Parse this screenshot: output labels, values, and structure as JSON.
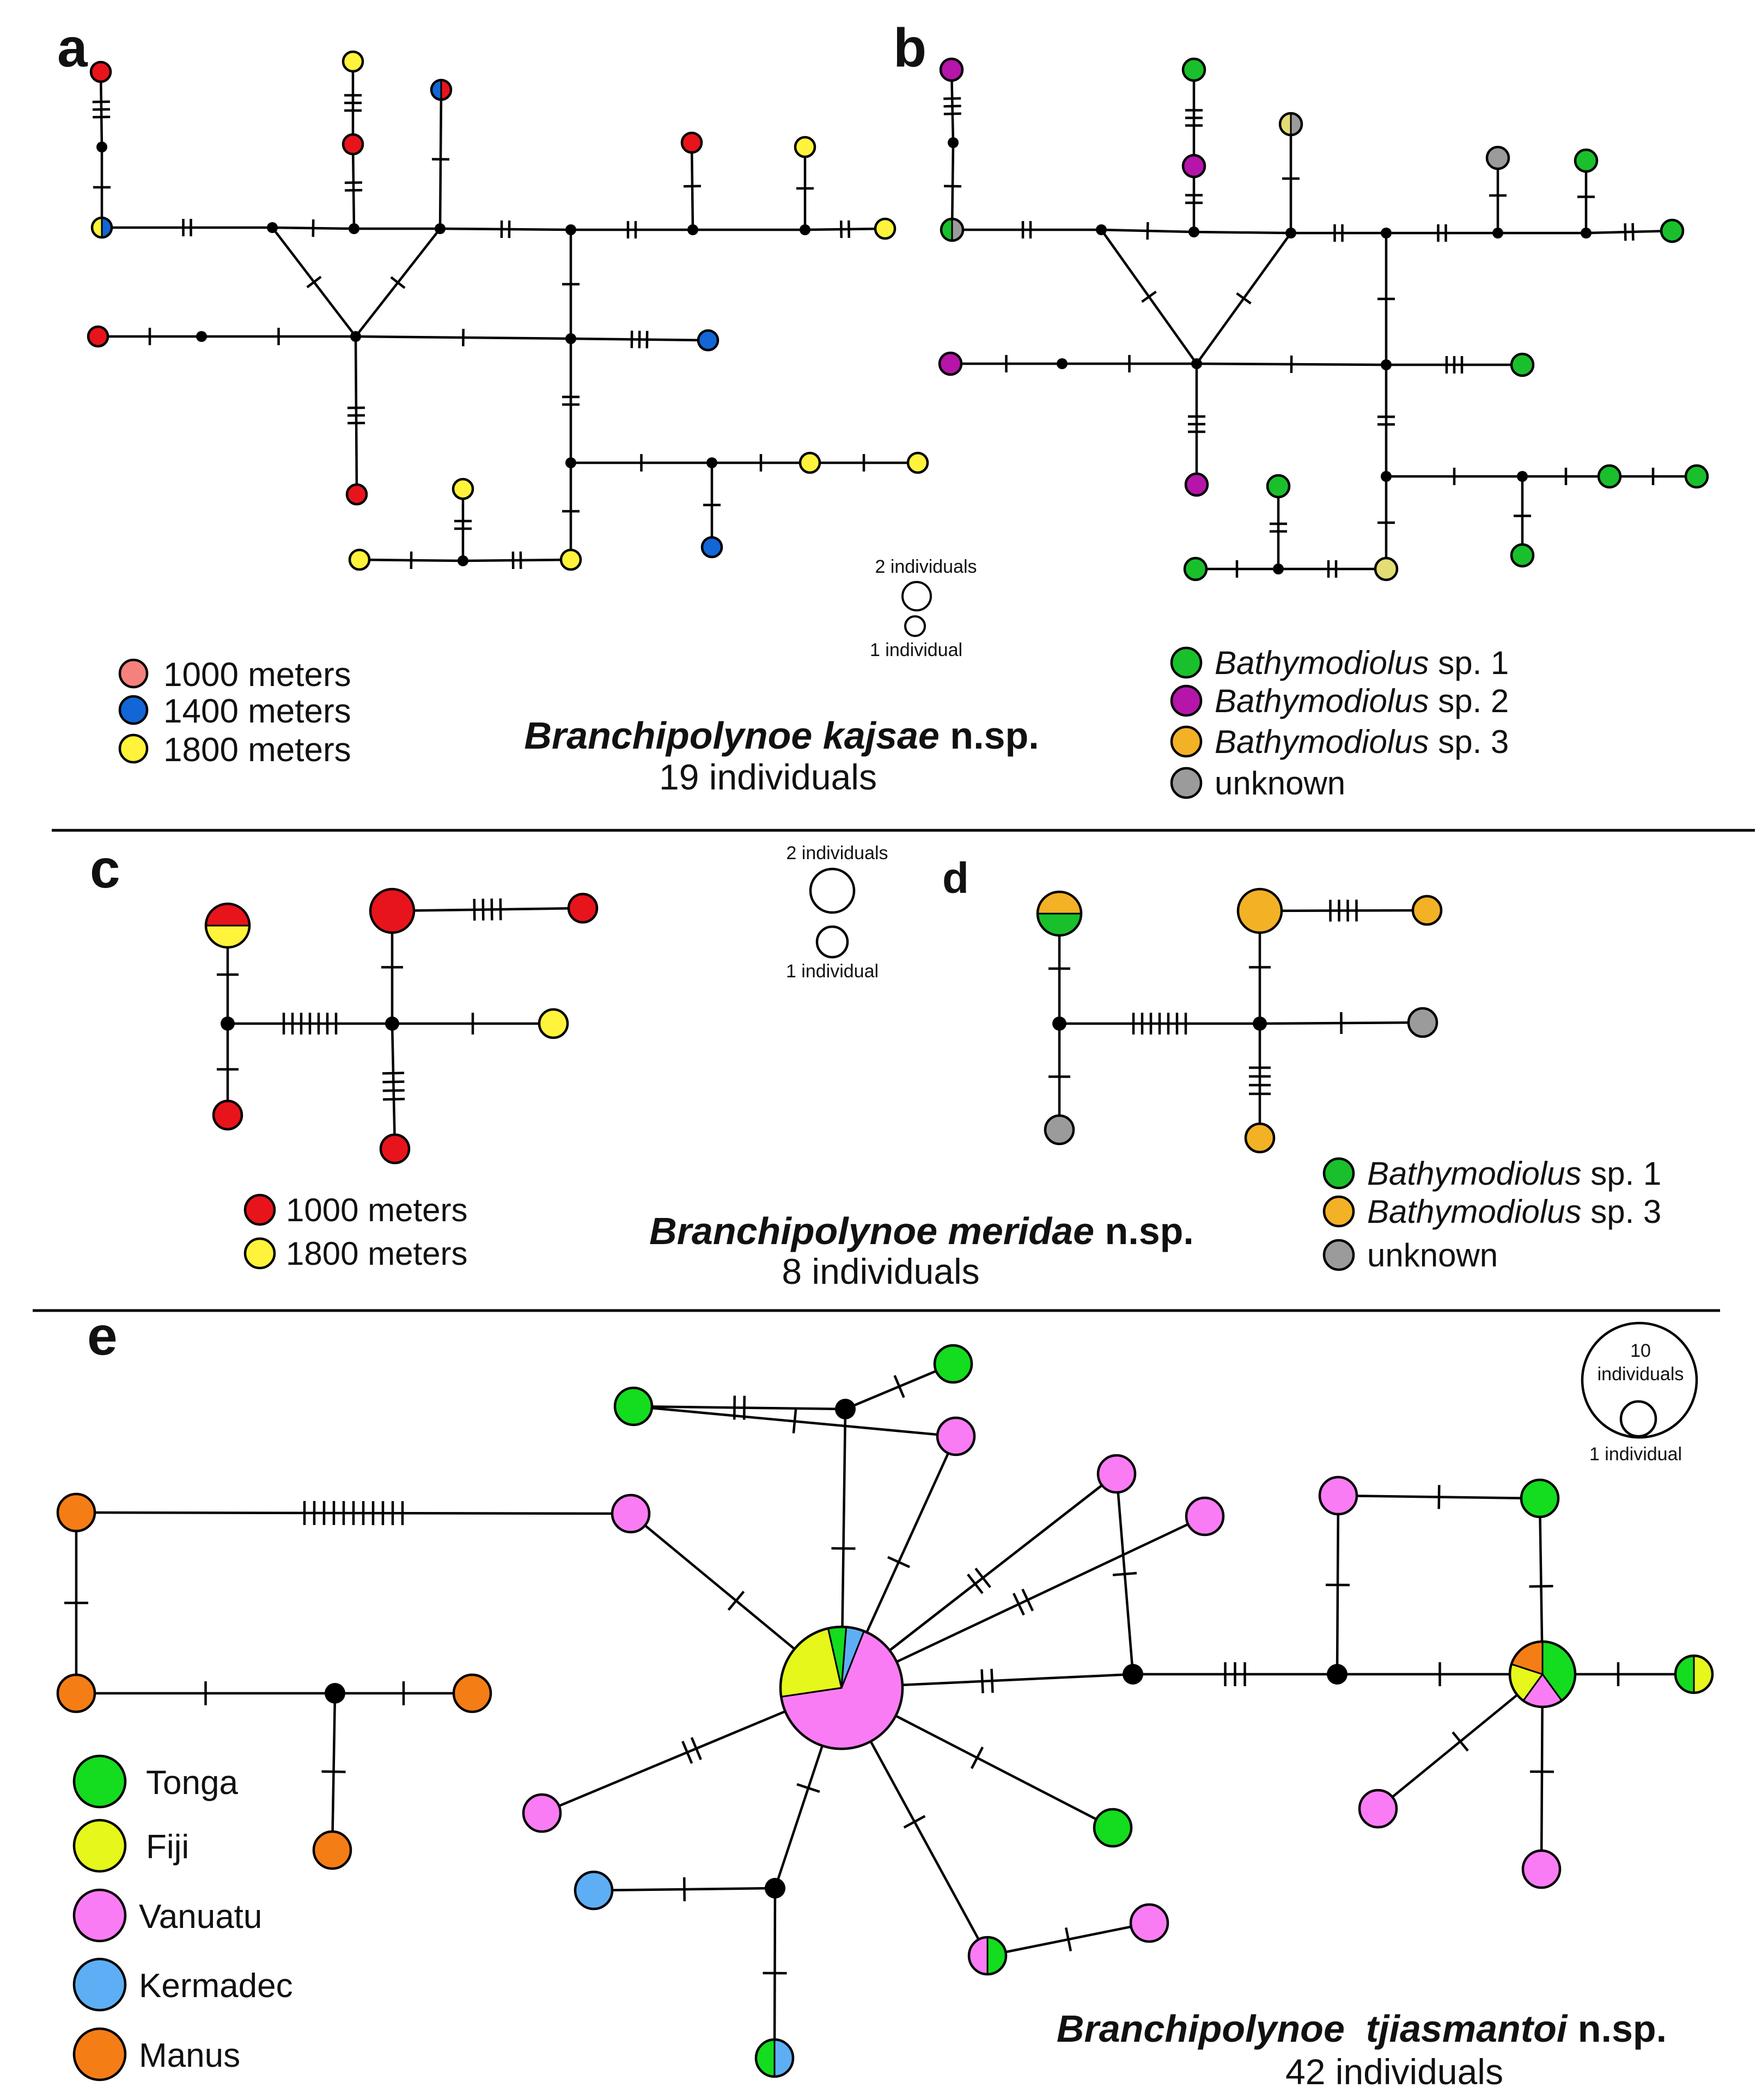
{
  "colors": {
    "red": "#e8141c",
    "blue": "#1366d6",
    "yellow": "#fff33b",
    "green": "#19c02c",
    "magenta": "#b515a8",
    "orange": "#f3b126",
    "gray": "#9b9b9b",
    "khaki": "#e2dd74",
    "tonga": "#14dc1e",
    "fiji": "#e5f71b",
    "vanuatu": "#fa7cf4",
    "kermadec": "#5eaef5",
    "manus": "#f57d16",
    "pink": "#f5817d",
    "black": "#000000"
  },
  "panels": {
    "a": {
      "label": "a"
    },
    "b": {
      "label": "b"
    },
    "c": {
      "label": "c"
    },
    "d": {
      "label": "d"
    },
    "e": {
      "label": "e"
    }
  },
  "legends": {
    "a": [
      {
        "color": "pink",
        "text": "1000 meters"
      },
      {
        "color": "blue",
        "text": "1400 meters"
      },
      {
        "color": "yellow",
        "text": "1800 meters"
      }
    ],
    "b": [
      {
        "color": "green",
        "italic": "Bathymodiolus",
        "text": " sp. 1"
      },
      {
        "color": "magenta",
        "italic": "Bathymodiolus",
        "text": " sp. 2"
      },
      {
        "color": "orange",
        "italic": "Bathymodiolus",
        "text": " sp. 3"
      },
      {
        "color": "gray",
        "italic": "",
        "text": "unknown"
      }
    ],
    "c": [
      {
        "color": "red",
        "text": "1000 meters"
      },
      {
        "color": "yellow",
        "text": "1800 meters"
      }
    ],
    "d": [
      {
        "color": "green",
        "italic": "Bathymodiolus",
        "text": " sp. 1"
      },
      {
        "color": "orange",
        "italic": "Bathymodiolus",
        "text": " sp. 3"
      },
      {
        "color": "gray",
        "italic": "",
        "text": "unknown"
      }
    ],
    "e": [
      {
        "color": "tonga",
        "text": "Tonga"
      },
      {
        "color": "fiji",
        "text": "Fiji"
      },
      {
        "color": "vanuatu",
        "text": "Vanuatu"
      },
      {
        "color": "kermadec",
        "text": "Kermadec"
      },
      {
        "color": "manus",
        "text": "Manus"
      }
    ]
  },
  "species": {
    "kajsae": {
      "name": "Branchipolynoe kajsae",
      "suffix": " n.sp.",
      "count": "19 individuals"
    },
    "meridae": {
      "name": "Branchipolynoe meridae",
      "suffix": " n.sp.",
      "count": "8 individuals"
    },
    "tjiasmantoi": {
      "name": "Branchipolynoe  tjiasmantoi",
      "suffix": " n.sp.",
      "count": "42 individuals"
    }
  },
  "size_keys": {
    "ab": {
      "big": "2 individuals",
      "small": "1 individual"
    },
    "cd": {
      "big": "2 individuals",
      "small": "1 individual"
    },
    "e": {
      "big_line1": "10",
      "big_line2": "individuals",
      "small": "1 individual"
    }
  },
  "networks": {
    "a": {
      "nodes": [
        [
          "a1",
          "red",
          1
        ],
        [
          "a2",
          "v",
          0
        ],
        [
          "a3",
          "yellow|blue",
          1
        ],
        [
          "a4",
          "yellow",
          1
        ],
        [
          "a5",
          "red",
          1
        ],
        [
          "a6",
          "blue|red",
          1
        ],
        [
          "a7",
          "v",
          0
        ],
        [
          "a8",
          "v",
          0
        ],
        [
          "a9",
          "v",
          0
        ],
        [
          "a10",
          "v",
          0
        ],
        [
          "a11",
          "red",
          1
        ],
        [
          "a12",
          "v",
          0
        ],
        [
          "a13",
          "yellow",
          1
        ],
        [
          "a14",
          "v",
          0
        ],
        [
          "a15",
          "yellow",
          1
        ],
        [
          "a16",
          "red",
          1
        ],
        [
          "a17",
          "v",
          0
        ],
        [
          "a18",
          "v",
          0
        ],
        [
          "a19",
          "v",
          0
        ],
        [
          "a20",
          "blue",
          1
        ],
        [
          "a21",
          "red",
          1
        ],
        [
          "a22",
          "v",
          0
        ],
        [
          "a23",
          "v",
          0
        ],
        [
          "a24",
          "yellow",
          1
        ],
        [
          "a25",
          "yellow",
          1
        ],
        [
          "a26",
          "blue",
          1
        ],
        [
          "a27",
          "yellow",
          1
        ],
        [
          "a28",
          "v",
          0
        ],
        [
          "a29",
          "yellow",
          1
        ],
        [
          "a30",
          "yellow",
          1
        ]
      ],
      "edges": [
        [
          "a1",
          "a2",
          3
        ],
        [
          "a2",
          "a3",
          1
        ],
        [
          "a3",
          "a7",
          2
        ],
        [
          "a4",
          "a5",
          3
        ],
        [
          "a5",
          "a8",
          2
        ],
        [
          "a6",
          "a9",
          1
        ],
        [
          "a7",
          "a8",
          1
        ],
        [
          "a8",
          "a9",
          0
        ],
        [
          "a9",
          "a10",
          2
        ],
        [
          "a10",
          "a12",
          2
        ],
        [
          "a12",
          "a14",
          0
        ],
        [
          "a11",
          "a12",
          1
        ],
        [
          "a14",
          "a15",
          2
        ],
        [
          "a13",
          "a14",
          1
        ],
        [
          "a7",
          "a18",
          1
        ],
        [
          "a9",
          "a18",
          1
        ],
        [
          "a16",
          "a17",
          1
        ],
        [
          "a17",
          "a18",
          1
        ],
        [
          "a18",
          "a19",
          1
        ],
        [
          "a18",
          "a21",
          3
        ],
        [
          "a19",
          "a20",
          3
        ],
        [
          "a10",
          "a19",
          1
        ],
        [
          "a19",
          "a22",
          2
        ],
        [
          "a22",
          "a23",
          1
        ],
        [
          "a23",
          "a24",
          1
        ],
        [
          "a24",
          "a25",
          1
        ],
        [
          "a23",
          "a26",
          1
        ],
        [
          "a22",
          "a27",
          1
        ],
        [
          "a27",
          "a28",
          2
        ],
        [
          "a28",
          "a29",
          2
        ],
        [
          "a28",
          "a30",
          1
        ]
      ]
    },
    "b": {
      "nodes": [
        [
          "b1",
          "magenta",
          1
        ],
        [
          "b2",
          "v",
          0
        ],
        [
          "b3",
          "green|gray",
          1
        ],
        [
          "b4",
          "green",
          1
        ],
        [
          "b5",
          "magenta",
          1
        ],
        [
          "b6",
          "khaki|gray",
          1
        ],
        [
          "b7",
          "v",
          0
        ],
        [
          "b8",
          "v",
          0
        ],
        [
          "b9",
          "v",
          0
        ],
        [
          "b10",
          "v",
          0
        ],
        [
          "b11",
          "gray",
          1
        ],
        [
          "b12",
          "v",
          0
        ],
        [
          "b13",
          "green",
          1
        ],
        [
          "b14",
          "v",
          0
        ],
        [
          "b15",
          "green",
          1
        ],
        [
          "b16",
          "magenta",
          1
        ],
        [
          "b17",
          "v",
          0
        ],
        [
          "b18",
          "v",
          0
        ],
        [
          "b19",
          "v",
          0
        ],
        [
          "b20",
          "green",
          1
        ],
        [
          "b21",
          "magenta",
          1
        ],
        [
          "b22",
          "v",
          0
        ],
        [
          "b23",
          "v",
          0
        ],
        [
          "b24",
          "green",
          1
        ],
        [
          "b25",
          "green",
          1
        ],
        [
          "b26",
          "green",
          1
        ],
        [
          "b27",
          "khaki",
          1
        ],
        [
          "b28",
          "v",
          0
        ],
        [
          "b29",
          "green",
          1
        ],
        [
          "b30",
          "green",
          1
        ]
      ],
      "edges": [
        [
          "b1",
          "b2",
          3
        ],
        [
          "b2",
          "b3",
          1
        ],
        [
          "b3",
          "b7",
          2
        ],
        [
          "b4",
          "b5",
          3
        ],
        [
          "b5",
          "b8",
          2
        ],
        [
          "b6",
          "b9",
          1
        ],
        [
          "b7",
          "b8",
          1
        ],
        [
          "b8",
          "b9",
          0
        ],
        [
          "b9",
          "b10",
          2
        ],
        [
          "b10",
          "b12",
          2
        ],
        [
          "b12",
          "b14",
          0
        ],
        [
          "b11",
          "b12",
          1
        ],
        [
          "b14",
          "b15",
          2
        ],
        [
          "b13",
          "b14",
          1
        ],
        [
          "b7",
          "b18",
          1
        ],
        [
          "b9",
          "b18",
          1
        ],
        [
          "b16",
          "b17",
          1
        ],
        [
          "b17",
          "b18",
          1
        ],
        [
          "b18",
          "b19",
          1
        ],
        [
          "b18",
          "b21",
          3
        ],
        [
          "b19",
          "b20",
          3
        ],
        [
          "b10",
          "b19",
          1
        ],
        [
          "b19",
          "b22",
          2
        ],
        [
          "b22",
          "b23",
          1
        ],
        [
          "b23",
          "b24",
          1
        ],
        [
          "b24",
          "b25",
          1
        ],
        [
          "b23",
          "b26",
          1
        ],
        [
          "b22",
          "b27",
          1
        ],
        [
          "b27",
          "b28",
          2
        ],
        [
          "b28",
          "b29",
          2
        ],
        [
          "b28",
          "b30",
          1
        ]
      ]
    },
    "c": {
      "nodes": [
        [
          "c1",
          "red|yellow",
          2
        ],
        [
          "c2",
          "v",
          0
        ],
        [
          "c3",
          "red",
          1
        ],
        [
          "c4",
          "red",
          2
        ],
        [
          "c5",
          "v",
          0
        ],
        [
          "c6",
          "red",
          1
        ],
        [
          "c7",
          "yellow",
          1
        ],
        [
          "c8",
          "red",
          1
        ]
      ],
      "edges": [
        [
          "c1",
          "c2",
          1
        ],
        [
          "c2",
          "c3",
          1
        ],
        [
          "c2",
          "c5",
          7
        ],
        [
          "c4",
          "c5",
          1
        ],
        [
          "c4",
          "c6",
          4
        ],
        [
          "c5",
          "c7",
          1
        ],
        [
          "c5",
          "c8",
          4
        ]
      ]
    },
    "d": {
      "nodes": [
        [
          "d1",
          "orange|green",
          2
        ],
        [
          "d2",
          "v",
          0
        ],
        [
          "d3",
          "gray",
          1
        ],
        [
          "d4",
          "orange",
          2
        ],
        [
          "d5",
          "v",
          0
        ],
        [
          "d6",
          "orange",
          1
        ],
        [
          "d7",
          "gray",
          1
        ],
        [
          "d8",
          "orange",
          1
        ]
      ],
      "edges": [
        [
          "d1",
          "d2",
          1
        ],
        [
          "d2",
          "d3",
          1
        ],
        [
          "d2",
          "d5",
          7
        ],
        [
          "d4",
          "d5",
          1
        ],
        [
          "d4",
          "d6",
          4
        ],
        [
          "d5",
          "d7",
          1
        ],
        [
          "d5",
          "d8",
          4
        ]
      ]
    },
    "e": {
      "nodes": [
        [
          "e1",
          "tonga",
          2
        ],
        [
          "e2",
          "tonga",
          2
        ],
        [
          "e3",
          "v",
          0
        ],
        [
          "e4",
          "vanuatu",
          2
        ],
        [
          "e5",
          "vanuatu",
          2
        ],
        [
          "e6",
          "manus",
          2
        ],
        [
          "e7",
          "manus",
          2
        ],
        [
          "e8",
          "v",
          0
        ],
        [
          "e9",
          "manus",
          2
        ],
        [
          "e10",
          "manus",
          2
        ],
        [
          "hub",
          "vanuatu:0.7|fiji:0.25|tonga:0.05|kermadec:0.05",
          10
        ],
        [
          "e12",
          "vanuatu",
          2
        ],
        [
          "e13",
          "tonga",
          2
        ],
        [
          "e14",
          "vanuatu",
          2
        ],
        [
          "e15",
          "tonga|vanuatu",
          2
        ],
        [
          "e16",
          "vanuatu",
          2
        ],
        [
          "e17",
          "v",
          0
        ],
        [
          "e18",
          "kermadec",
          2
        ],
        [
          "e19",
          "kermadec|tonga",
          2
        ],
        [
          "e20",
          "vanuatu",
          2
        ],
        [
          "e21",
          "v",
          0
        ],
        [
          "e22",
          "v",
          0
        ],
        [
          "e23",
          "vanuatu",
          2
        ],
        [
          "e24",
          "tonga",
          2
        ],
        [
          "hub2",
          "tonga:0.3|vanuatu:0.15|fiji:0.15|manus:0.15",
          5
        ],
        [
          "e26",
          "fiji|tonga",
          2
        ],
        [
          "e27",
          "vanuatu",
          2
        ],
        [
          "e28",
          "vanuatu",
          2
        ]
      ],
      "edges": [
        [
          "e1",
          "e3",
          1
        ],
        [
          "e2",
          "e3",
          2
        ],
        [
          "e3",
          "hub",
          1
        ],
        [
          "e4",
          "e2",
          1
        ],
        [
          "e4",
          "hub",
          1
        ],
        [
          "e6",
          "e5",
          11
        ],
        [
          "e6",
          "e7",
          1
        ],
        [
          "e7",
          "e8",
          1
        ],
        [
          "e8",
          "e9",
          1
        ],
        [
          "e8",
          "e10",
          1
        ],
        [
          "e5",
          "hub",
          1
        ],
        [
          "e12",
          "hub",
          2
        ],
        [
          "e12",
          "hub",
          0
        ],
        [
          "hub",
          "e14",
          2
        ],
        [
          "hub",
          "e13",
          1
        ],
        [
          "hub",
          "e15",
          1
        ],
        [
          "e15",
          "e16",
          1
        ],
        [
          "hub",
          "e17",
          1
        ],
        [
          "e17",
          "e18",
          1
        ],
        [
          "e17",
          "e19",
          1
        ],
        [
          "hub",
          "e20",
          2
        ],
        [
          "hub",
          "e21",
          2
        ],
        [
          "e21",
          "e22",
          3
        ],
        [
          "e21",
          "e12",
          1
        ],
        [
          "e22",
          "e23",
          1
        ],
        [
          "e23",
          "e24",
          1
        ],
        [
          "e22",
          "hub2",
          1
        ],
        [
          "e24",
          "hub2",
          1
        ],
        [
          "hub2",
          "e26",
          1
        ],
        [
          "hub2",
          "e27",
          1
        ],
        [
          "hub2",
          "e28",
          1
        ]
      ]
    }
  }
}
